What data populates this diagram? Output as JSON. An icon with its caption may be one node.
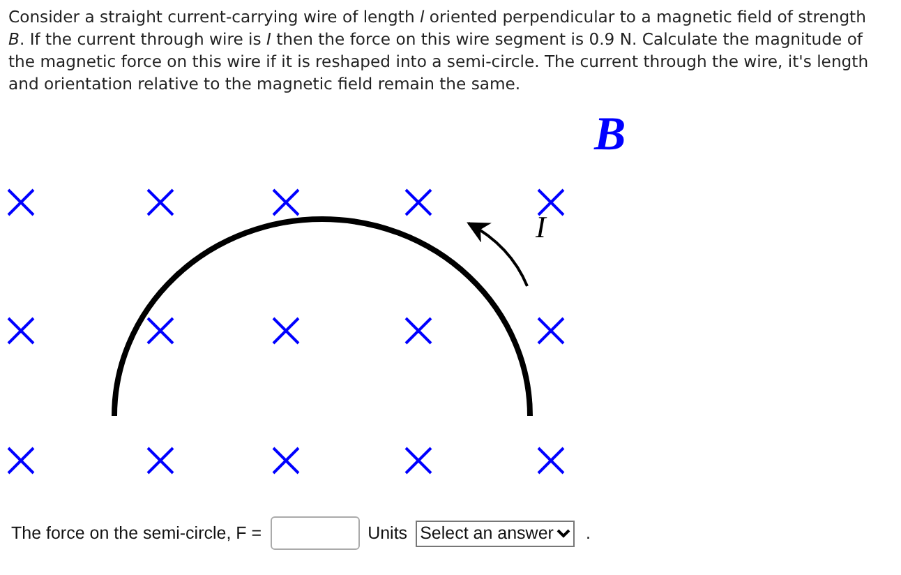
{
  "diagram": {
    "labels": [
      "Consider a straight current-carrying wire of length *l* oriented perpendicular to a magnetic field of strength *B*. If the current through wire is *I* then the force on this wire segment is 0.9 N. Calculate the magnitude of the magnetic force on this wire if it is reshaped into a semi-circle. The current through the wire, it's length and orientation relative to the magnetic field remain the same.",
      "B",
      "I",
      "The force on the semi-circle, F =",
      "Units",
      "Select an answer",
      "."
    ]
  }
}
